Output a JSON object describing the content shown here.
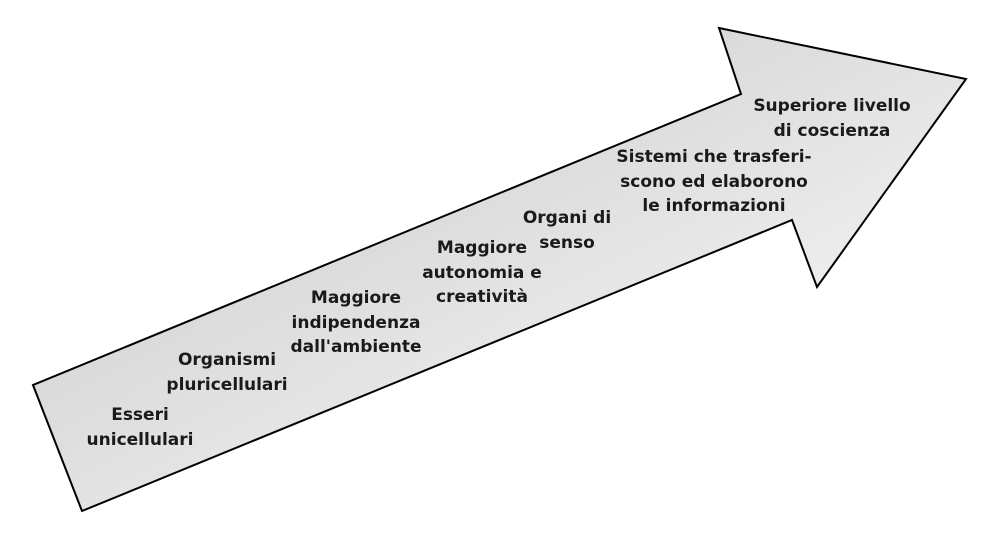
{
  "steps": [
    {
      "lines": [
        "Esseri",
        "unicellulari"
      ]
    },
    {
      "lines": [
        "Organismi",
        "pluricellulari"
      ]
    },
    {
      "lines": [
        "Maggiore",
        "indipendenza",
        "dall'ambiente"
      ]
    },
    {
      "lines": [
        "Maggiore",
        "autonomia e",
        "creatività"
      ]
    },
    {
      "lines": [
        "Organi di",
        "senso"
      ]
    },
    {
      "lines": [
        "Sistemi che trasferi-",
        "scono ed elaborono",
        "le informazioni"
      ]
    },
    {
      "lines": [
        "Superiore livello",
        "di coscienza"
      ]
    }
  ],
  "colors": {
    "gradient_start": "#c4c4c4",
    "gradient_end": "#ffffff",
    "stroke": "#000000"
  }
}
